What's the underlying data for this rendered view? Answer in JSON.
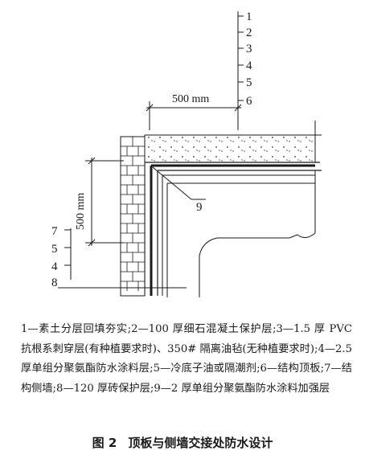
{
  "diagram": {
    "top_labels": [
      "1",
      "2",
      "3",
      "4",
      "5",
      "6"
    ],
    "left_labels": [
      "7",
      "5",
      "4",
      "8"
    ],
    "callout_label": "9",
    "dim_horizontal": "500 mm",
    "dim_vertical": "500 mm"
  },
  "caption": {
    "legend": "1—素土分层回填夯实;2—100 厚细石混凝土保护层;3—1.5 厚 PVC 抗根系刺穿层(有种植要求时)、350# 隔离油毡(无种植要求时);4—2.5 厚单组分聚氨酯防水涂料层;5—冷底子油或隔潮剂;6—结构顶板;7—结构侧墙;8—120 厚砖保护层;9—2 厚单组分聚氨酯防水涂料加强层"
  },
  "figure": {
    "number": "图 2",
    "title": "顶板与侧墙交接处防水设计"
  }
}
